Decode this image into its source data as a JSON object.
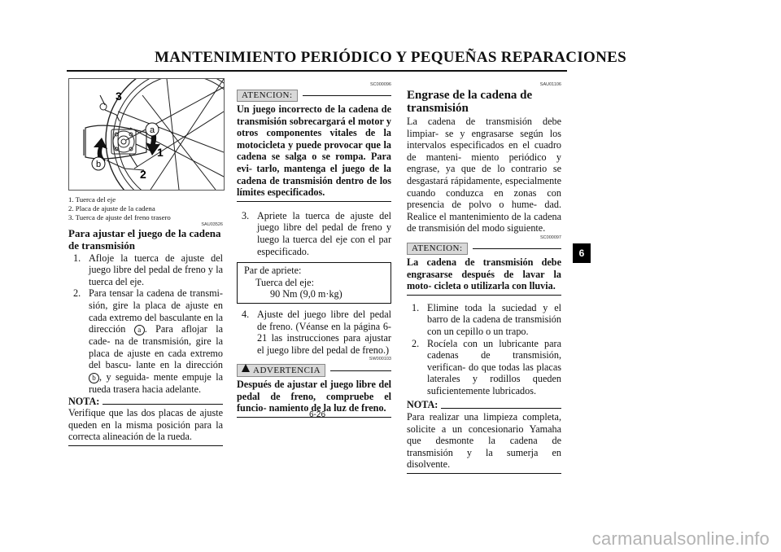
{
  "header": {
    "title": "MANTENIMIENTO PERIÓDICO Y PEQUEÑAS REPARACIONES"
  },
  "page_number": "6-26",
  "section_tab": "6",
  "figure": {
    "callouts": {
      "c1": "1",
      "c2": "2",
      "c3": "3",
      "ca": "a",
      "cb": "b"
    },
    "captions": [
      "1.   Tuerca del eje",
      "2.   Placa de ajuste de la cadena",
      "3.   Tuerca de ajuste del freno trasero"
    ]
  },
  "col1": {
    "code": "SAU03526",
    "subheading": "Para ajustar el juego de la cadena de transmisión",
    "steps": [
      {
        "num": "1.",
        "text": "Afloje la tuerca de ajuste del juego libre del pedal de freno y la tuerca del eje."
      },
      {
        "num": "2.",
        "text_a": "Para tensar la cadena de transmi- sión, gire la placa de ajuste en cada extremo del basculante en la dirección ",
        "mark_a": "a",
        "text_b": ". Para aflojar la cade- na de transmisión, gire la placa de ajuste en cada extremo del bascu- lante en la dirección ",
        "mark_b": "b",
        "text_c": ", y seguida- mente empuje la rueda trasera hacia adelante."
      }
    ],
    "nota_label": "NOTA:",
    "nota_text": "Verifique que las dos placas de ajuste queden en la misma posición para la correcta alineación de la rueda."
  },
  "col2": {
    "code_top": "SC000096",
    "atencion_label": "ATENCION:",
    "atencion_text": "Un juego incorrecto de la cadena de transmisión sobrecargará el motor y otros componentes vitales de la motocicleta y puede provocar que la cadena se salga o se rompa. Para evi- tarlo, mantenga el juego de la cadena de transmisión dentro de los límites especificados.",
    "step3": {
      "num": "3.",
      "text": "Apriete la tuerca de ajuste del juego libre del pedal de freno y luego la tuerca del eje con el par especificado."
    },
    "torque": {
      "label": "Par de apriete:",
      "item": "Tuerca del eje:",
      "value": "90 Nm (9,0 m·kg)"
    },
    "step4": {
      "num": "4.",
      "text": "Ajuste del juego libre del pedal de freno. (Véanse en la página 6-21 las instrucciones para ajustar el juego libre del pedal de freno.)"
    },
    "code_warn": "SW000103",
    "advertencia_label": "ADVERTENCIA",
    "advertencia_text": "Después de ajustar el juego libre del pedal de freno, compruebe el funcio- namiento de la luz de freno."
  },
  "col3": {
    "code_top": "SAU01106",
    "heading": "Engrase de la cadena de transmisión",
    "intro": "La cadena de transmisión debe limpiar- se y engrasarse según los intervalos especificados en el cuadro de manteni- miento periódico y engrase, ya que de lo contrario se desgastará rápidamente, especialmente cuando conduzca en zonas con presencia de polvo o hume- dad. Realice el mantenimiento de la cadena de transmisión del modo siguiente.",
    "code_atencion": "SC000097",
    "atencion_label": "ATENCION:",
    "atencion_text": "La cadena de transmisión debe engrasarse después de lavar la moto- cicleta o utilizarla con lluvia.",
    "steps": [
      {
        "num": "1.",
        "text": "Elimine toda la suciedad y el barro de la cadena de transmisión con un cepillo o un trapo."
      },
      {
        "num": "2.",
        "text": "Rocíela con un lubricante para cadenas de transmisión, verifican- do que todas las placas laterales y rodillos queden suficientemente lubricados."
      }
    ],
    "nota_label": "NOTA:",
    "nota_text": "Para realizar una limpieza completa, solicite a un concesionario Yamaha que desmonte la cadena de transmisión y la sumerja en disolvente."
  },
  "watermark": "carmanualsonline.info"
}
